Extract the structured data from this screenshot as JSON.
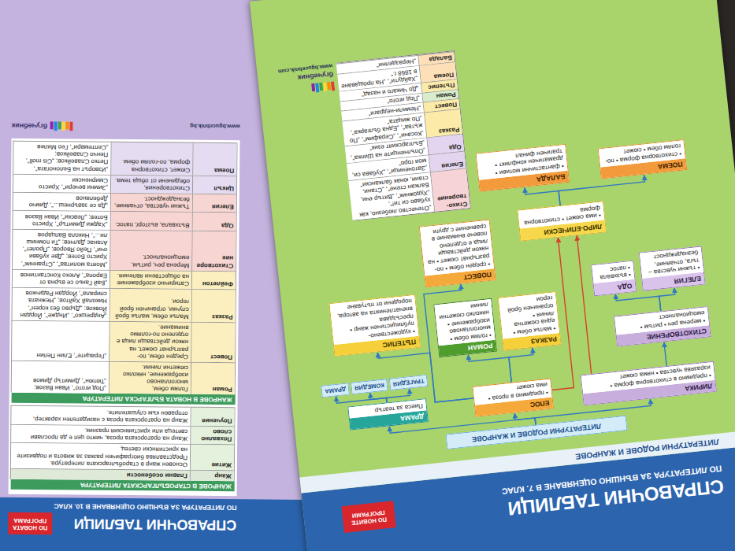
{
  "diagram": {
    "title": "ЛИТЕРАТУРНИ РОДОВЕ И ЖАНРОВЕ",
    "nodes": [
      {
        "text": [
          "ЛИТЕРАТУРНИ РОДОВЕ И ЖАНРОВЕ"
        ]
      },
      {
        "text": [
          "ЛИРИКА",
          "• предимно в стихотворна форма • изразява чувства • няма сюжет"
        ]
      },
      {
        "text": [
          "ЕПОС",
          "• предимно в проза • има сюжет"
        ]
      },
      {
        "text": [
          "ДРАМА",
          "Пиеса за театър"
        ]
      },
      {
        "text": [
          "СТИХОТВОРЕНИЕ",
          "• мерена реч • ритъм • емоционалност"
        ]
      },
      {
        "text": [
          "РАЗКАЗ",
          "• малък обем • една сюжетна линия • ограничен брой герои"
        ]
      },
      {
        "text": [
          "РОМАН",
          "• голям обем • многопланово изображение • няколко сюжетни линии"
        ]
      },
      {
        "text": [
          "ТРАГЕДИЯ"
        ]
      },
      {
        "text": [
          "КОМЕДИЯ"
        ]
      },
      {
        "text": [
          "ДРАМА"
        ]
      },
      {
        "text": [
          "ПЪТЕПИС",
          "• художествено-публицистичен жанр • пресъздава впечатленията на автора, породени от пътуване"
        ]
      },
      {
        "text": [
          "ЕЛЕГИЯ",
          "• тъжни чувства – тъга, отчаяние, безнадеждност"
        ]
      },
      {
        "text": [
          "ОДА",
          "• възхвала • патос"
        ]
      },
      {
        "text": [
          "ПОВЕСТ",
          "• среден обем • по-разгърнат сюжет • на някои действащи лица е отделено повече внимание в сравнение с други"
        ]
      },
      {
        "text": [
          "ЛИРО-ЕПИЧЕСКИ",
          "• има сюжет • стихотворна форма"
        ]
      },
      {
        "text": [
          "ПОЕМА",
          "• стихотворна форма • по-голям обем • сюжет"
        ]
      },
      {
        "text": [
          "БАЛАДА",
          "• фантастични мотиви • драматичен конфликт • трагичен финал"
        ]
      }
    ],
    "edges": [
      {
        "from": 0,
        "to": 1,
        "arrow": "to"
      },
      {
        "from": 0,
        "to": 2,
        "arrow": "to"
      },
      {
        "from": 0,
        "to": 3,
        "arrow": "to"
      },
      {
        "from": 1,
        "to": 4,
        "arrow": "to"
      },
      {
        "from": 2,
        "to": 5,
        "arrow": "to"
      },
      {
        "from": 2,
        "to": 6,
        "arrow": "to"
      },
      {
        "from": 2,
        "to": 13,
        "arrow": "to"
      },
      {
        "from": 2,
        "to": 10,
        "arrow": "to"
      },
      {
        "from": 3,
        "to": 7,
        "arrow": "to"
      },
      {
        "from": 3,
        "to": 8,
        "arrow": "to"
      },
      {
        "from": 3,
        "to": 9,
        "arrow": "to"
      },
      {
        "from": 4,
        "to": 11,
        "arrow": "to"
      },
      {
        "from": 4,
        "to": 12,
        "arrow": "to"
      },
      {
        "from": 1,
        "to": 14,
        "arrow": "to"
      },
      {
        "from": 2,
        "to": 14,
        "arrow": "to"
      },
      {
        "from": 14,
        "to": 15,
        "arrow": "to"
      },
      {
        "from": 14,
        "to": 16,
        "arrow": "to"
      }
    ],
    "labels": [
      "СПРАВОЧНИ ТАБЛИЦИ",
      "ПО ЛИТЕРАТУРА ЗА ВЪНШНО ОЦЕНЯВАНЕ В 7. КЛАС",
      "ПО НОВИТЕ ПРОГРАМИ",
      "Стихо-творение",
      "„Отечество любезно, как хубаво си ти!“, „Художник“, „Вятър ечи, Балкан стене“, „Стани, стани, юнак балкански“",
      "Елегия",
      "„Заточеници“, „Хубава си, моя горо“",
      "Ода",
      "„Опълченците на Шипка“, „Българският език“",
      "Разказ",
      "„Косачи“, „Серафим“, „По жътва“, „Една българка“, „По жицата“",
      "Повест",
      "„Немили-недраги“",
      "Роман",
      "„Под игото“",
      "Пътепис",
      "„До Чикаго и назад“",
      "Поема",
      "„Хайдути“, „На прощаване в 1868 г.“",
      "Балада",
      "„Неразделни“",
      "бгучебник",
      "www.bgucebnik.com",
      "СПРАВОЧНИ ТАБЛИЦИ",
      "ПО ЛИТЕРАТУРА ЗА ВЪНШНО ОЦЕНЯВАНЕ В 10. КЛАС",
      "ПО НОВАТА ПРОГРАМА",
      "ЖАНРОВЕ В СТАРОБЪЛГАРСКАТА ЛИТЕРАТУРА",
      "Жанр",
      "Главни особености",
      "Житие",
      "Основен жанр в старобългарската литература. Представлява биографичен разказ за живота и подвизите на християнски светец.",
      "Похвално слово",
      "Жанр на ораторската проза, чиято цел е да прослави светеца или християнския празник.",
      "Поучение",
      "Жанр на ораторската проза с назидателен характер, отправен към слушателите.",
      "ЖАНРОВЕ В НОВАТА БЪЛГАРСКА ЛИТЕРАТУРА",
      "Роман",
      "Голям обем, многопланово изображение, няколко сюжетни линии.",
      "„Под игото“, Иван Вазов; „Тютюн“, Димитър Димов",
      "Повест",
      "Среден обем, по-разгърнат сюжет, на някои действащи лица е отделено по-голямо внимание.",
      "„Гераците“, Елин Пелин",
      "Разказ",
      "Малък обем, малък брой случки, ограничен брой герои.",
      "„Андрешко“, „Индже“, Йордан Йовков; „Дърво без корен“, Николай Хайтов; „Нежната спирала“, Йордан Радичков",
      "Фейлетон",
      "Сатирично изображение на обществени явления.",
      "„Бай Ганьо се върна от Европа“, Алеко Константинов",
      "Стихотворение",
      "Мерена реч, ритъм, емоционалност.",
      "„Моята молитва“, „Странник“, Христо Ботев; „Две хубави очи“, Пейо Яворов; „Пролет“, Атанас Далчев; „Ти помниш ли...“, Никола Вапцаров",
      "Ода",
      "Възхвала, възторг, патос.",
      "„Хаджи Димитър“, Христо Ботев; „Левски“, Иван Вазов",
      "Елегия",
      "Тъжни чувства, отчаяние, безнадеждност.",
      "„Да се завърнеш...“, Димчо Дебелянов",
      "Цикъл",
      "Стихотворения, обединени от обща тема.",
      "„Зимни вечери“, Христо Смирненски",
      "Поема",
      "Сюжет, стихотворна форма, по-голям обем.",
      "„Изворът на Белоногата“, Петко Славейков; „Cis moll“, Пенчо Славейков; „Септември“, Гео Милев",
      "бгучебник",
      "www.bgucebnik.bg"
    ]
  }
}
